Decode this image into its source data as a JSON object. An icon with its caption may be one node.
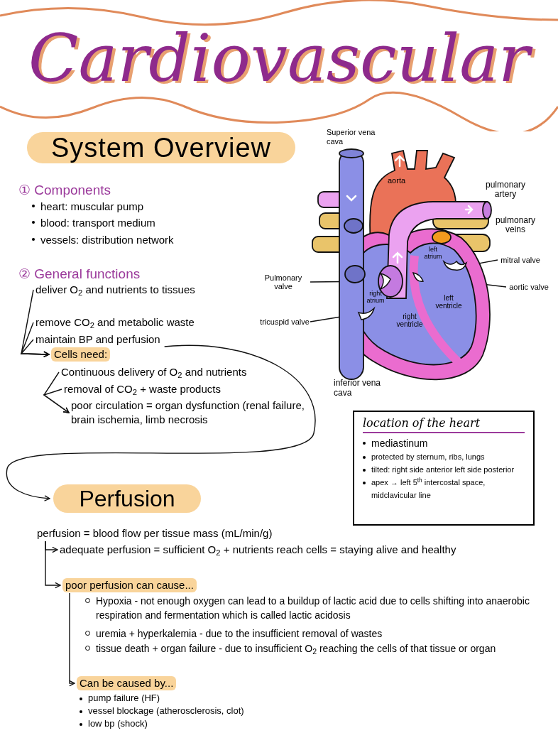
{
  "diagram": {
    "title": "Cardiovascular",
    "nodes": [
      {
        "text": [
          "System Overview"
        ]
      },
      {
        "text": [
          "deliver O$_{2}$ and nutrients to tissues"
        ]
      },
      {
        "text": [
          "remove CO$_{2}$ and metabolic waste"
        ]
      },
      {
        "text": [
          "maintain BP and perfusion"
        ]
      },
      {
        "text": [
          "Cells need:"
        ]
      },
      {
        "text": [
          "Continuous delivery of O$_{2}$ and nutrients"
        ]
      },
      {
        "text": [
          "removal of CO$_{2}$ + waste products"
        ]
      },
      {
        "text": [
          "poor circulation = organ dysfunction (renal failure, brain ischemia, limb necrosis"
        ]
      },
      {
        "text": [],
        "shape": "picture"
      },
      {
        "text": [],
        "shape": "picture",
        "in": 8
      },
      {
        "text": [],
        "shape": "picture",
        "in": 8
      },
      {
        "text": [],
        "shape": "picture",
        "in": 8
      },
      {
        "text": [],
        "shape": "picture",
        "in": 8
      },
      {
        "text": [
          "Pulmonary valve"
        ]
      },
      {
        "text": [
          "tricuspid valve"
        ]
      },
      {
        "text": [
          "mitral valve"
        ]
      },
      {
        "text": [
          "aortic valve"
        ]
      },
      {
        "text": [
          "location of the heart",
          "mediastinum",
          "protected by sternum, ribs, lungs",
          "tilted: right side anterior left side posterior",
          "apex → left 5$^{th}$ intercostal space, midclavicular line"
        ]
      },
      {
        "text": [
          "Perfusion"
        ]
      },
      {
        "text": [
          "perfusion = blood flow per tissue mass (mL/min/g)"
        ]
      },
      {
        "text": [
          "adequate perfusion = sufficient O$_{2}$ + nutrients reach cells = staying alive and healthy"
        ]
      },
      {
        "text": [
          "poor perfusion can cause..."
        ]
      },
      {
        "text": [
          "Can be caused by..."
        ],
        "beside": [
          "pump failure (HF)",
          "vessel blockage (atherosclerosis, clot)",
          "low bp (shock)"
        ]
      }
    ],
    "edges": [
      {
        "from": 1,
        "to": 4,
        "arrow": "to"
      },
      {
        "from": 2,
        "to": 4,
        "arrow": "to"
      },
      {
        "from": 3,
        "to": 4,
        "arrow": "to"
      },
      {
        "from": 5,
        "to": 7,
        "arrow": "to"
      },
      {
        "from": 6,
        "to": 7,
        "arrow": "to"
      },
      {
        "from": 3,
        "to": 18,
        "arrow": "to"
      },
      {
        "from": 13,
        "to": 9,
        "arrow": "none"
      },
      {
        "from": 14,
        "to": 10,
        "arrow": "none"
      },
      {
        "from": 15,
        "to": 11,
        "arrow": "none"
      },
      {
        "from": 16,
        "to": 12,
        "arrow": "none"
      },
      {
        "from": 19,
        "to": 20,
        "arrow": "to"
      },
      {
        "from": 19,
        "to": 21,
        "arrow": "to"
      },
      {
        "from": 21,
        "to": 22,
        "arrow": "to"
      }
    ],
    "labels": [
      "① Components",
      "heart: muscular pump",
      "blood: transport medium",
      "vessels: distribution network",
      "② General functions",
      "Superior vena cava",
      "aorta",
      "pulmonary artery",
      "pulmonary veins",
      "right atrium",
      "left atrium",
      "left ventricle",
      "right ventricle",
      "inferior vena cava",
      "Hypoxia - not enough oxygen can lead to a buildup of lactic acid due to cells shifting into anaerobic respiration and fermentation which is called lactic acidosis",
      "uremia + hyperkalemia - due to the insufficient removal of wastes",
      "tissue death + organ failure - due to insufficient O$_{2}$ reaching the cells of that tissue or organ"
    ]
  }
}
